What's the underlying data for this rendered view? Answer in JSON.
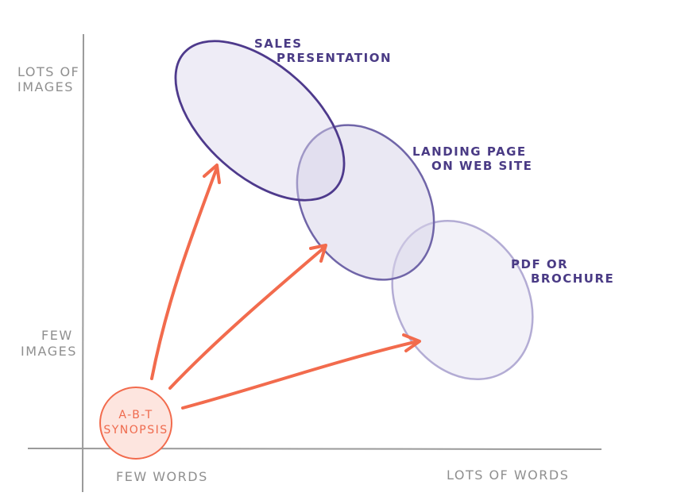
{
  "axes": {
    "y_top": [
      "LOTS OF",
      "IMAGES"
    ],
    "y_bottom": [
      "FEW",
      "IMAGES"
    ],
    "x_left": "FEW WORDS",
    "x_right": "LOTS OF WORDS"
  },
  "regions": [
    {
      "id": "sales",
      "lines": [
        "SALES",
        "PRESENTATION"
      ]
    },
    {
      "id": "landing",
      "lines": [
        "LANDING PAGE",
        "ON WEB SITE"
      ]
    },
    {
      "id": "pdf",
      "lines": [
        "PDF OR",
        "BROCHURE"
      ]
    }
  ],
  "origin": {
    "lines": [
      "A-B-T",
      "SYNOPSIS"
    ]
  },
  "colors": {
    "axis": "#9a9a9a",
    "arrow": "#f26b4d",
    "origin_fill": "#fde5df",
    "sales_stroke": "#4e3a8c",
    "landing_stroke": "#7065a8",
    "pdf_stroke": "#b3acd4"
  }
}
